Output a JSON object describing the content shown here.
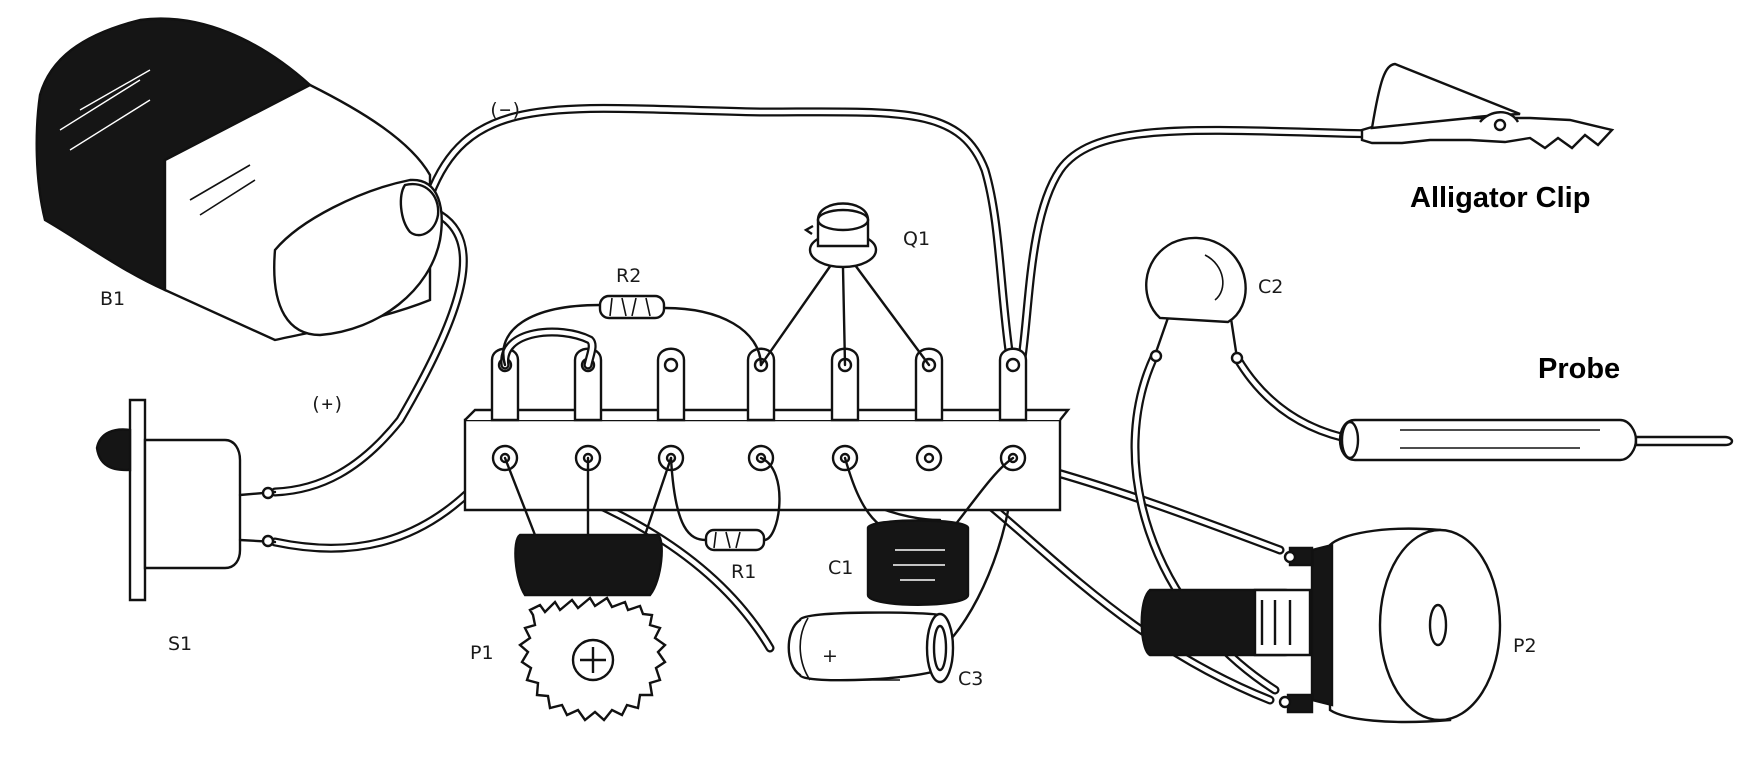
{
  "labels": {
    "b1": "B1",
    "s1": "S1",
    "p1": "P1",
    "p2": "P2",
    "q1": "Q1",
    "r1": "R1",
    "r2": "R2",
    "c1": "C1",
    "c2": "C2",
    "c3": "C3",
    "minus": "(−)",
    "plus": "(+)",
    "c3_polarity": "+",
    "alligator_clip": "Alligator Clip",
    "probe": "Probe"
  },
  "colors": {
    "ink": "#111111",
    "paper": "#ffffff"
  }
}
